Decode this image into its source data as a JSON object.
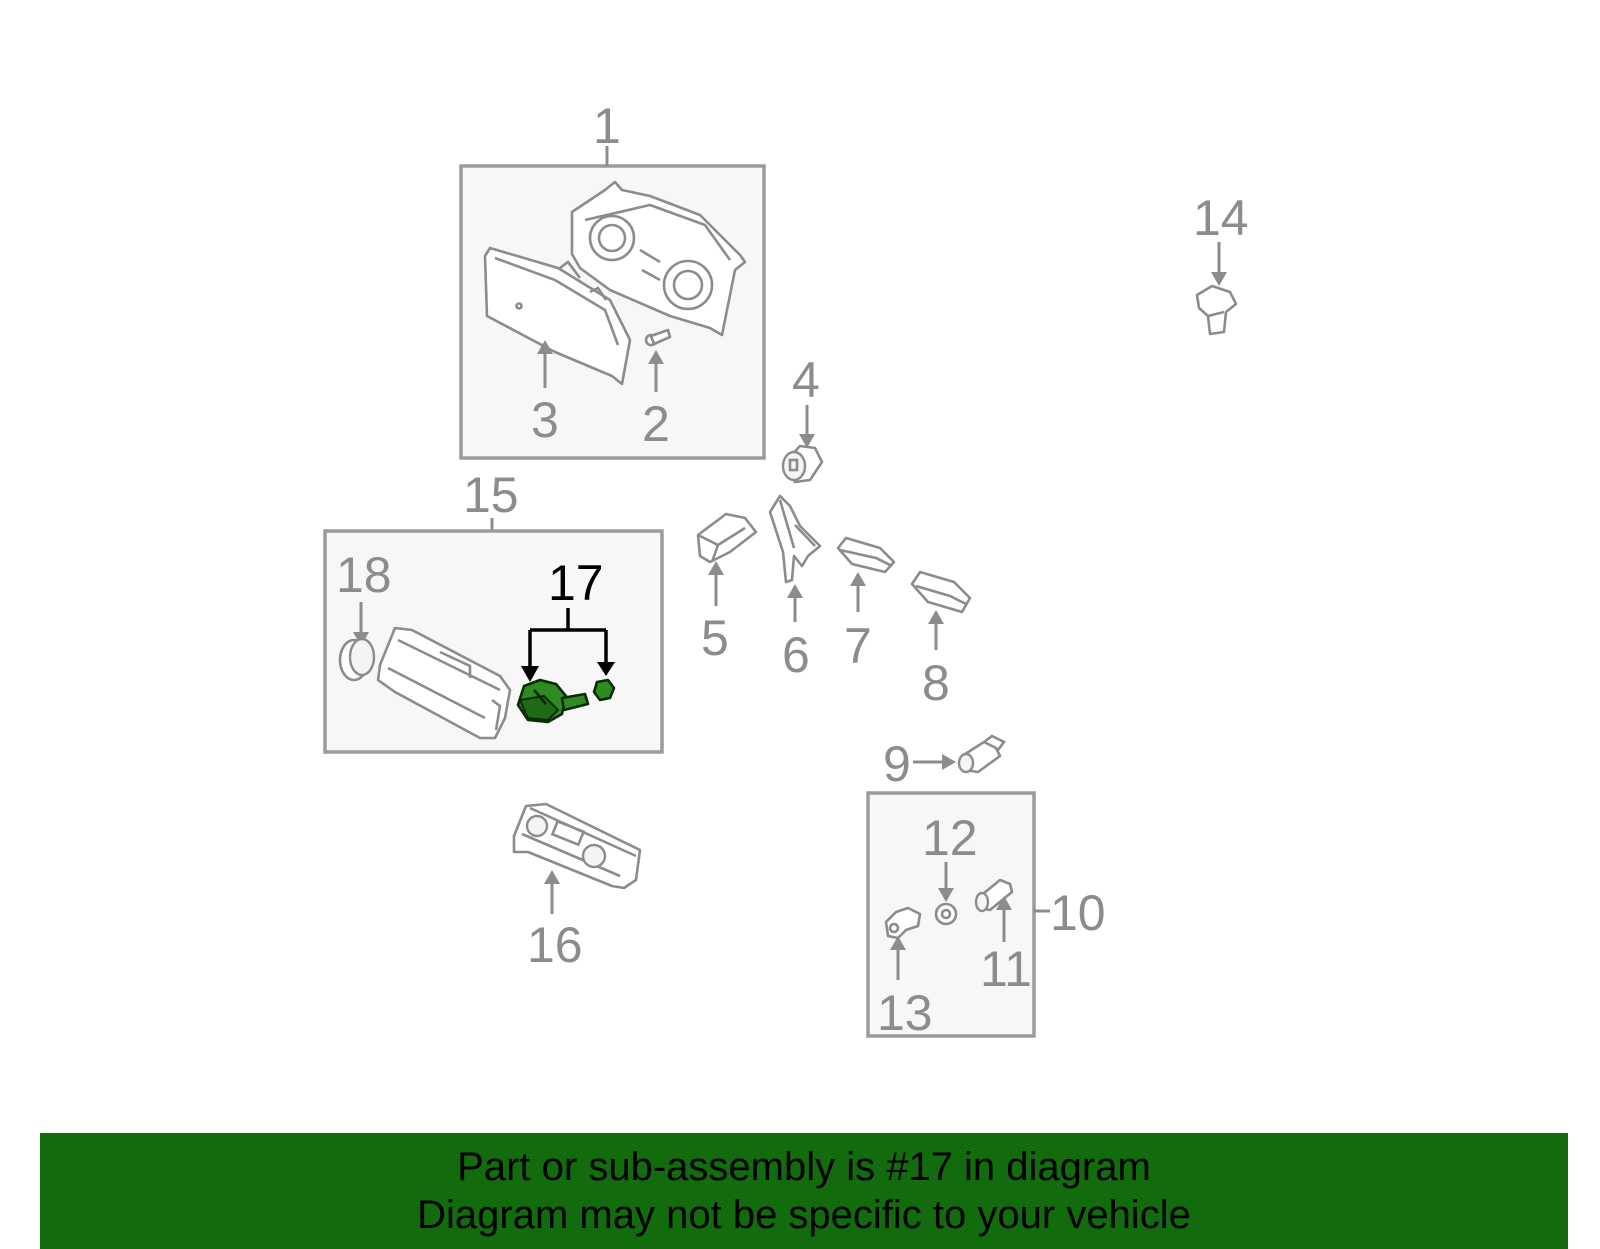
{
  "callouts": {
    "c1": "1",
    "c2": "2",
    "c3": "3",
    "c4": "4",
    "c5": "5",
    "c6": "6",
    "c7": "7",
    "c8": "8",
    "c9": "9",
    "c10": "10",
    "c11": "11",
    "c12": "12",
    "c13": "13",
    "c14": "14",
    "c15": "15",
    "c16": "16",
    "c17": "17",
    "c18": "18"
  },
  "banner": {
    "line1": "Part or sub-assembly is #17 in diagram",
    "line2": "Diagram may not be specific to your vehicle"
  },
  "colors": {
    "banner_bg": "#126b0c",
    "highlight_part": "#2e8b22",
    "part_stroke": "#8c8c8c"
  }
}
